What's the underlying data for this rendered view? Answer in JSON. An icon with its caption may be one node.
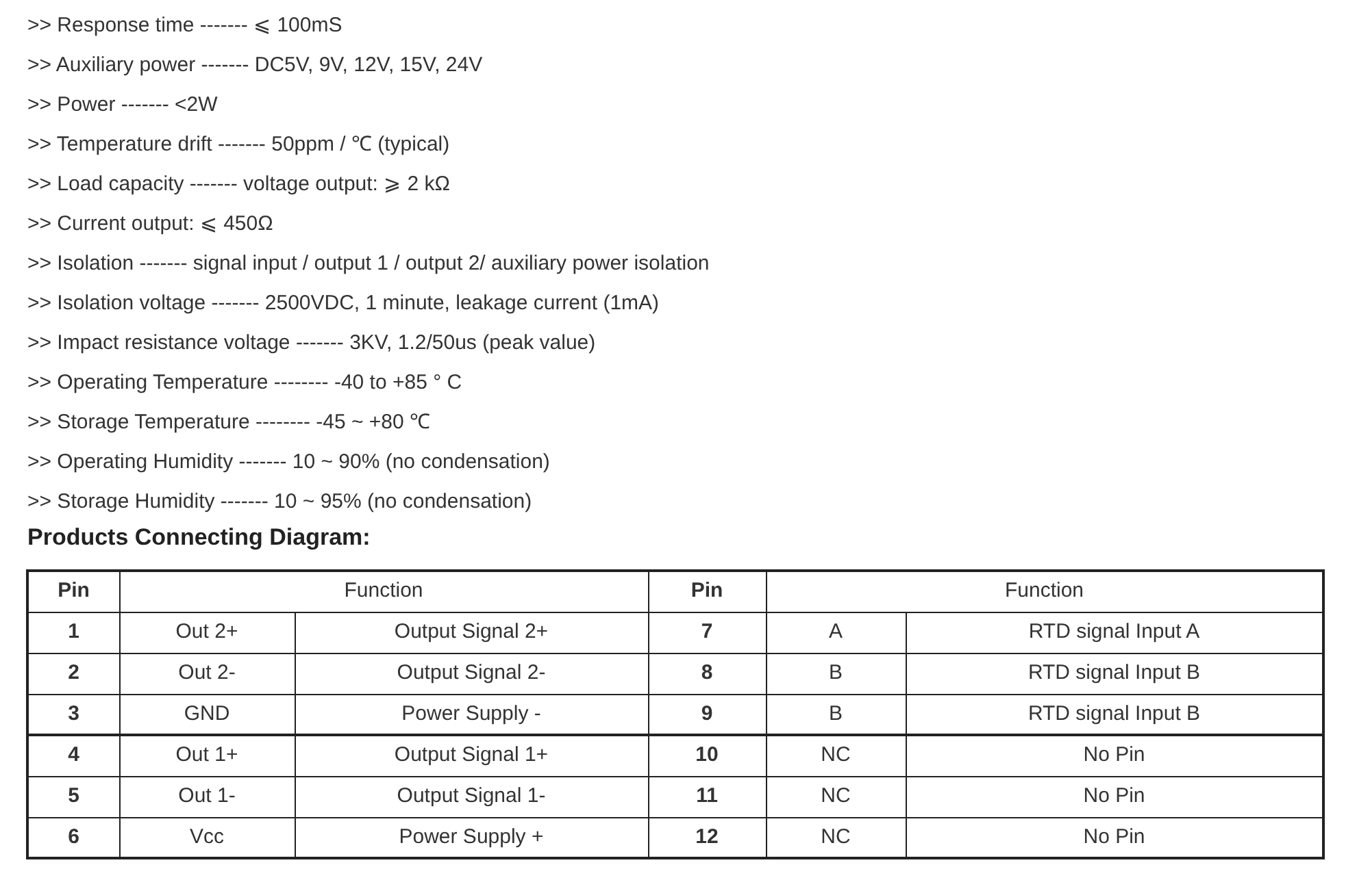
{
  "diagram": {
    "title": "Products Connecting Diagram:",
    "labels": [
      ">> Response time ------- ⩽ 100mS",
      ">> Auxiliary power ------- DC5V, 9V, 12V, 15V, 24V",
      ">> Power ------- <2W",
      ">> Temperature drift ------- 50ppm / ℃ (typical)",
      ">> Load capacity ------- voltage output: ⩾ 2 kΩ",
      ">> Current output: ⩽ 450Ω",
      ">> Isolation ------- signal input / output 1 / output 2/ auxiliary power isolation",
      ">> Isolation voltage ------- 2500VDC, 1 minute, leakage current (1mA)",
      ">> Impact resistance voltage ------- 3KV, 1.2/50us (peak value)",
      ">> Operating Temperature -------- -40 to +85 ° C",
      ">> Storage Temperature -------- -45 ~ +80 ℃",
      ">> Operating Humidity ------- 10 ~ 90% (no condensation)",
      ">> Storage Humidity ------- 10 ~ 95% (no condensation)",
      "Pin",
      "Function",
      "Pin",
      "Function",
      "1",
      "Out 2+",
      "Output Signal 2+",
      "7",
      "A",
      "RTD signal Input A",
      "2",
      "Out 2-",
      "Output Signal 2-",
      "8",
      "B",
      "RTD signal Input B",
      "3",
      "GND",
      "Power Supply -",
      "9",
      "B",
      "RTD signal Input B",
      "4",
      "Out 1+",
      "Output Signal 1+",
      "10",
      "NC",
      "No Pin",
      "5",
      "Out 1-",
      "Output Signal 1-",
      "11",
      "NC",
      "No Pin",
      "6",
      "Vcc",
      "Power Supply +",
      "12",
      "NC",
      "No Pin"
    ]
  }
}
